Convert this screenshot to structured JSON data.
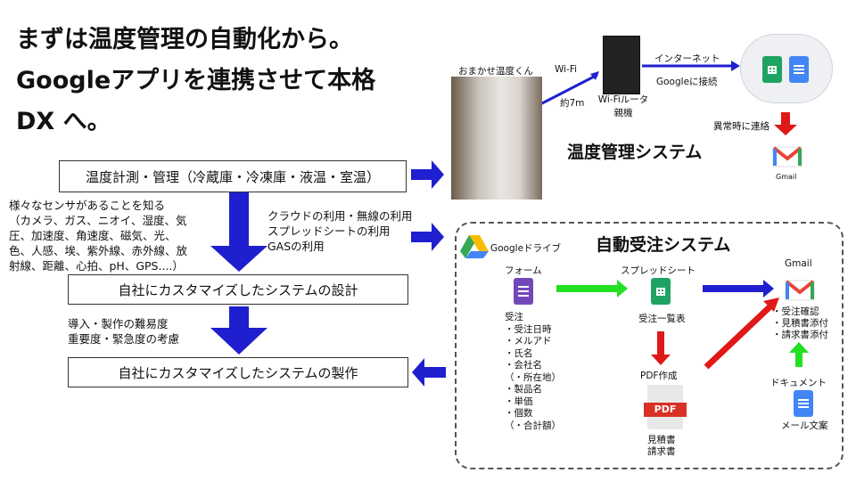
{
  "title": "まずは温度管理の自動化から。\nGoogleアプリを連携させて本格\nDX へ。",
  "flow": {
    "box1": "温度計測・管理（冷蔵庫・冷凍庫・液温・室温）",
    "note1": "様々なセンサがあることを知る\n（カメラ、ガス、ニオイ、湿度、気\n圧、加速度、角速度、磁気、光、\n色、人感、埃、紫外線、赤外線、放\n射線、距離、心拍、pH、GPS....）",
    "note2": "クラウドの利用・無線の利用\nスプレッドシートの利用\nGASの利用",
    "box2": "自社にカスタマイズしたシステムの設計",
    "note3": "導入・製作の難易度\n重要度・緊急度の考慮",
    "box3": "自社にカスタマイズしたシステムの製作"
  },
  "temp_system": {
    "device_label": "おまかせ温度くん",
    "wifi": "Wi-Fi",
    "distance": "約7m",
    "router_label": "Wi-Fiルータ\n親機",
    "internet": "インターネット",
    "google_connect": "Googleに接続",
    "alert": "異常時に連絡",
    "gmail": "Gmail",
    "system_title": "温度管理システム"
  },
  "order_system": {
    "title": "自動受注システム",
    "drive": "Googleドライブ",
    "form": "フォーム",
    "form_fields": "受注\n・受注日時\n・メルアド\n・氏名\n・会社名\n（・所在地）\n・製品名\n・単価\n・個数\n（・合計額）",
    "spreadsheet": "スプレッドシート",
    "order_list": "受注一覧表",
    "pdf_create": "PDF作成",
    "pdf_docs": "見積書\n請求書",
    "gmail": "Gmail",
    "gmail_items": "・受注確認\n・見積書添付\n・請求書添付",
    "document": "ドキュメント",
    "mail_text": "メール文案",
    "pdf_badge": "PDF"
  },
  "colors": {
    "blue_arrow": "#1f1fd0",
    "green_arrow": "#22e022",
    "red_arrow": "#e01818"
  }
}
